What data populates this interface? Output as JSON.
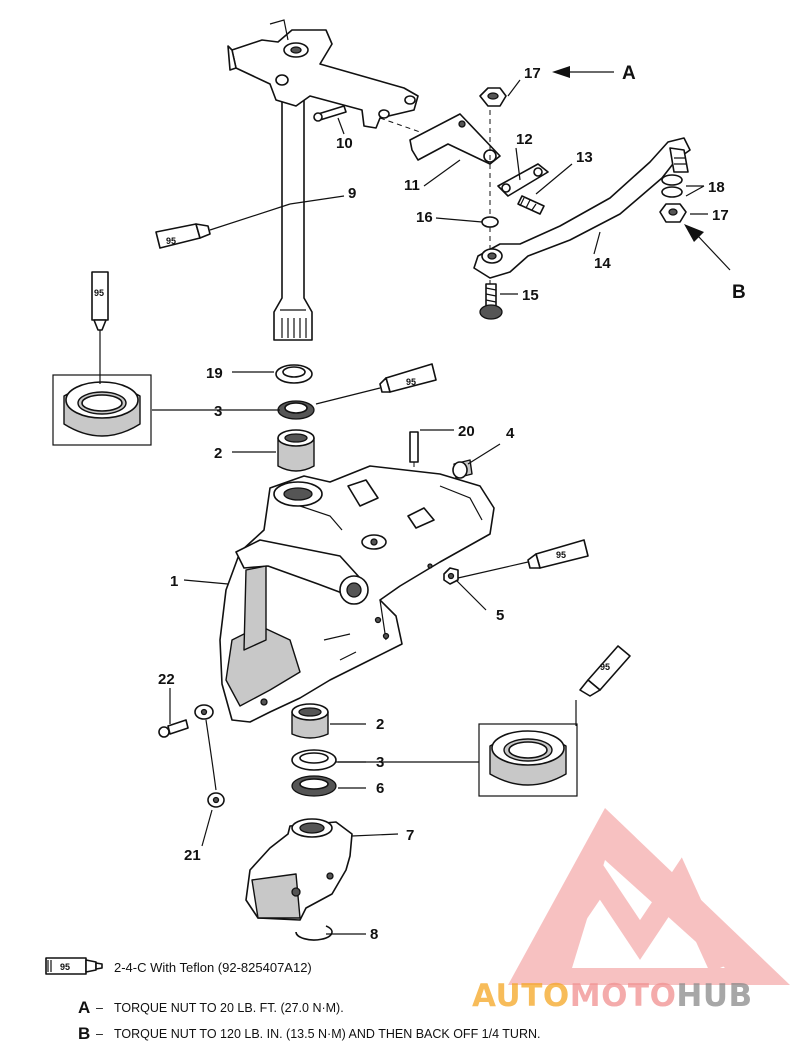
{
  "callouts": {
    "c1": "1",
    "c2a": "2",
    "c2b": "2",
    "c3a": "3",
    "c3b": "3",
    "c4": "4",
    "c5": "5",
    "c6": "6",
    "c7": "7",
    "c8": "8",
    "c9": "9",
    "c10": "10",
    "c11": "11",
    "c12": "12",
    "c13": "13",
    "c14": "14",
    "c15": "15",
    "c16": "16",
    "c17a": "17",
    "c17b": "17",
    "c18": "18",
    "c19": "19",
    "c20": "20",
    "c21": "21",
    "c22": "22"
  },
  "letters": {
    "a": "A",
    "b": "B"
  },
  "tube_label": "95",
  "legend": {
    "tube": "95",
    "text": "2-4-C  With Teflon (92-825407A12)"
  },
  "notes": [
    {
      "letter": "A",
      "dash": "–",
      "text": "TORQUE NUT TO 20 LB. FT. (27.0 N·M)."
    },
    {
      "letter": "B",
      "dash": "–",
      "text": "TORQUE NUT TO 120 LB. IN. (13.5 N·M) AND THEN BACK OFF 1/4 TURN."
    }
  ],
  "watermark": {
    "part1": "AUTO",
    "part2": "MOTO",
    "part3": "HUB"
  },
  "colors": {
    "watermark_red": "#e83a3a",
    "watermark_orange": "#f5a623",
    "watermark_grey": "#8a8a8a",
    "line": "#111111"
  }
}
